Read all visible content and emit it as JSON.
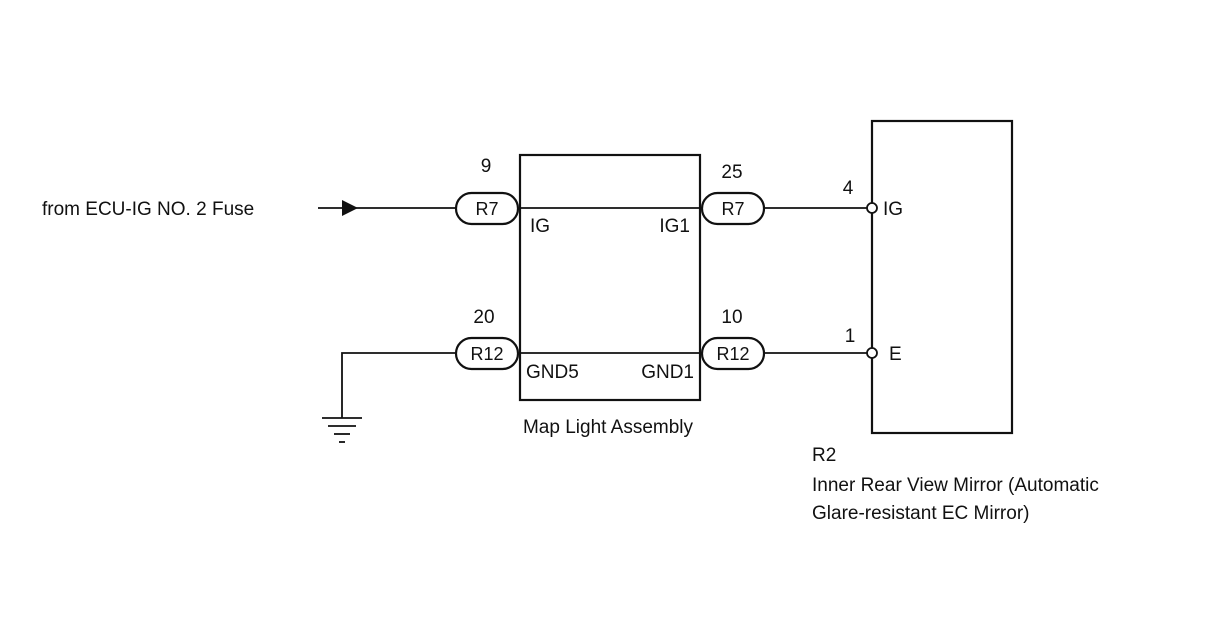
{
  "source": {
    "label": "from ECU-IG NO. 2 Fuse"
  },
  "map_light": {
    "name": "Map Light Assembly",
    "left_terminals": [
      "IG",
      "GND5"
    ],
    "right_terminals": [
      "IG1",
      "GND1"
    ]
  },
  "connectors": {
    "left_top": {
      "id": "R7",
      "pin": "9"
    },
    "left_bottom": {
      "id": "R12",
      "pin": "20"
    },
    "right_top": {
      "id": "R7",
      "pin": "25"
    },
    "right_bottom": {
      "id": "R12",
      "pin": "10"
    }
  },
  "mirror": {
    "code": "R2",
    "name_line1": "Inner Rear View Mirror (Automatic",
    "name_line2": "Glare-resistant EC Mirror)",
    "terminals": [
      {
        "pin": "4",
        "name": "IG"
      },
      {
        "pin": "1",
        "name": "E"
      }
    ]
  },
  "ground": {
    "symbol": "ground-icon"
  },
  "arrow": {
    "symbol": "arrow-right-icon"
  }
}
